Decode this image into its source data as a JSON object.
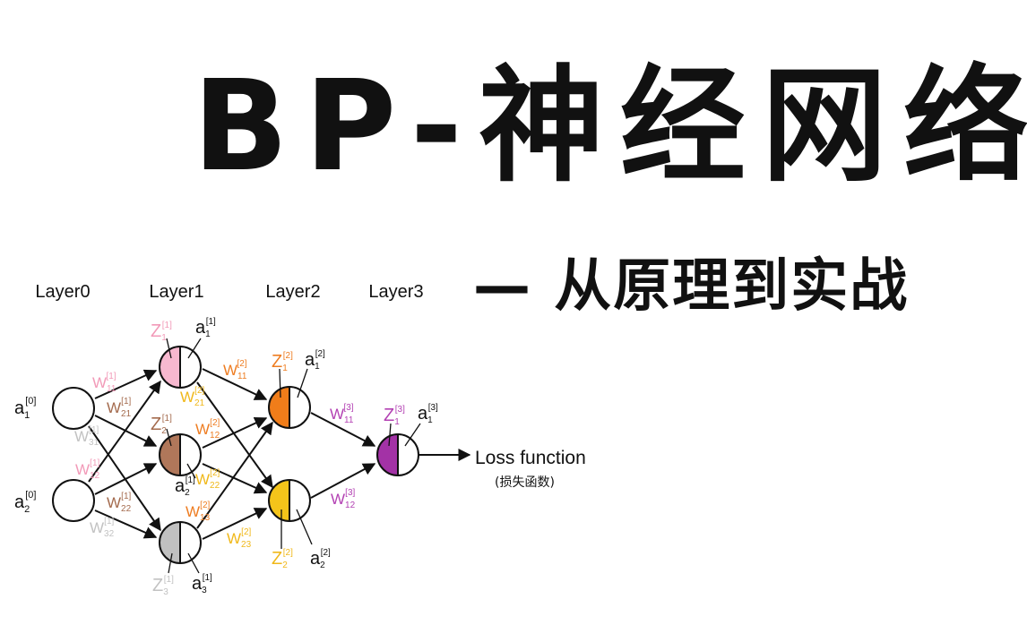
{
  "title": "BP-神经网络",
  "subtitle": "— 从原理到实战",
  "layers": [
    "Layer0",
    "Layer1",
    "Layer2",
    "Layer3"
  ],
  "output": {
    "label": "Loss function",
    "sublabel": "(损失函数)"
  },
  "colors": {
    "layer1_node1": "#f7b8cf",
    "layer1_node2": "#b0775a",
    "layer1_node3": "#c0c0c0",
    "layer2_node1": "#f07d1a",
    "layer2_node2": "#f4c41a",
    "layer3_node1": "#a332a6",
    "weights_l1_in1": "#f29ab8",
    "weights_l1_in2": "#a46b4e",
    "weights_l1_in3": "#c2c2c2",
    "weights_l2": "#ee7d22",
    "weights_l2_out2": "#f0b81a",
    "weights_l3": "#b341b3"
  },
  "nodes": {
    "a1_0": {
      "base": "a",
      "sub": "1",
      "sup": "[0]"
    },
    "a2_0": {
      "base": "a",
      "sub": "2",
      "sup": "[0]"
    },
    "z1_1": {
      "base": "Z",
      "sub": "1",
      "sup": "[1]"
    },
    "a1_1": {
      "base": "a",
      "sub": "1",
      "sup": "[1]"
    },
    "z2_1": {
      "base": "Z",
      "sub": "2",
      "sup": "[1]"
    },
    "a2_1": {
      "base": "a",
      "sub": "2",
      "sup": "[1]"
    },
    "z3_1": {
      "base": "Z",
      "sub": "3",
      "sup": "[1]"
    },
    "a3_1": {
      "base": "a",
      "sub": "3",
      "sup": "[1]"
    },
    "z1_2": {
      "base": "Z",
      "sub": "1",
      "sup": "[2]"
    },
    "a1_2": {
      "base": "a",
      "sub": "1",
      "sup": "[2]"
    },
    "z2_2": {
      "base": "Z",
      "sub": "2",
      "sup": "[2]"
    },
    "a2_2": {
      "base": "a",
      "sub": "2",
      "sup": "[2]"
    },
    "z1_3": {
      "base": "Z",
      "sub": "1",
      "sup": "[3]"
    },
    "a1_3": {
      "base": "a",
      "sub": "1",
      "sup": "[3]"
    }
  },
  "weights": {
    "w11_1": {
      "base": "W",
      "sub": "11",
      "sup": "[1]"
    },
    "w21_1": {
      "base": "W",
      "sub": "21",
      "sup": "[1]"
    },
    "w31_1": {
      "base": "W",
      "sub": "31",
      "sup": "[1]"
    },
    "w12_1": {
      "base": "W",
      "sub": "12",
      "sup": "[1]"
    },
    "w22_1": {
      "base": "W",
      "sub": "22",
      "sup": "[1]"
    },
    "w32_1": {
      "base": "W",
      "sub": "32",
      "sup": "[1]"
    },
    "w11_2": {
      "base": "W",
      "sub": "11",
      "sup": "[2]"
    },
    "w21_2": {
      "base": "W",
      "sub": "21",
      "sup": "[2]"
    },
    "w12_2": {
      "base": "W",
      "sub": "12",
      "sup": "[2]"
    },
    "w22_2": {
      "base": "W",
      "sub": "22",
      "sup": "[2]"
    },
    "w13_2": {
      "base": "W",
      "sub": "13",
      "sup": "[2]"
    },
    "w23_2": {
      "base": "W",
      "sub": "23",
      "sup": "[2]"
    },
    "w11_3": {
      "base": "W",
      "sub": "11",
      "sup": "[3]"
    },
    "w12_3": {
      "base": "W",
      "sub": "12",
      "sup": "[3]"
    }
  }
}
